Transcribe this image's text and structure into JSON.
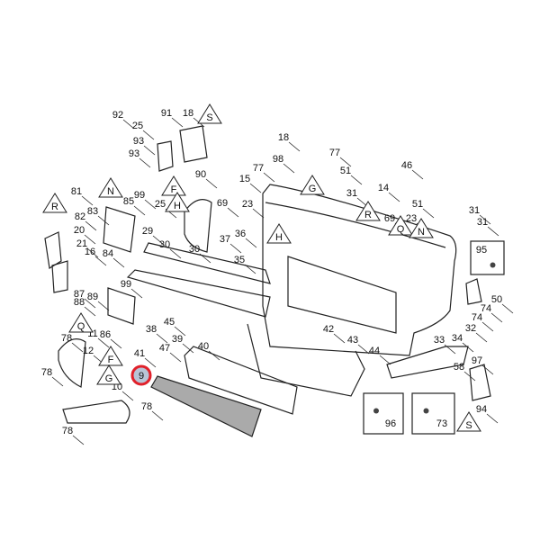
{
  "diagram_title": "",
  "callouts": [
    "92",
    "25",
    "93",
    "93",
    "91",
    "18",
    "18",
    "98",
    "77",
    "77",
    "90",
    "15",
    "69",
    "23",
    "99",
    "85",
    "25",
    "81",
    "83",
    "82",
    "20",
    "21",
    "16",
    "84",
    "29",
    "30",
    "30",
    "36",
    "37",
    "35",
    "51",
    "31",
    "14",
    "46",
    "69",
    "23",
    "51",
    "31",
    "31",
    "50",
    "74",
    "74",
    "32",
    "34",
    "33",
    "42",
    "43",
    "44",
    "45",
    "38",
    "41",
    "39",
    "40",
    "47",
    "10",
    "78",
    "12",
    "11",
    "86",
    "87",
    "88",
    "89",
    "99",
    "78",
    "78",
    "78",
    "97",
    "58",
    "94"
  ],
  "reference_triangles": [
    "S",
    "F",
    "N",
    "H",
    "R",
    "G",
    "R",
    "Q",
    "N",
    "H",
    "Q",
    "F",
    "G",
    "S"
  ],
  "boxed_parts": [
    "95",
    "96",
    "73"
  ],
  "highlighted_callout": "9",
  "highlight_color": "#e0202a"
}
